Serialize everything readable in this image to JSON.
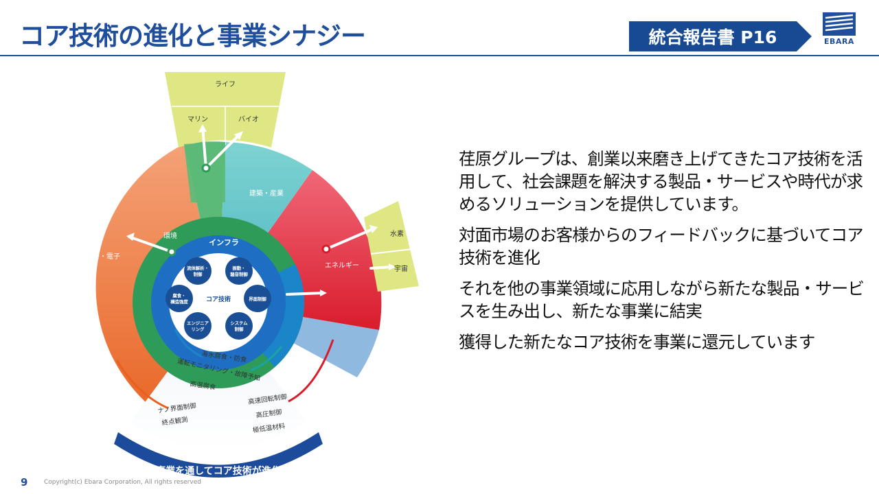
{
  "header": {
    "title": "コア技術の進化と事業シナジー",
    "ref": "統合報告書 P16",
    "logo_text": "EBARA"
  },
  "diagram": {
    "life": "ライフ",
    "marine": "マリン",
    "bio": "バイオ",
    "construction": "建築・産業",
    "hydrogen": "水素",
    "space": "宇宙",
    "energy": "エネルギー",
    "precision": "精密・電子",
    "environment": "環境",
    "infra": "インフラ",
    "core": "コア技術",
    "tech": {
      "t1a": "流体解析・",
      "t1b": "制御",
      "t2a": "振動・",
      "t2b": "騒音制御",
      "t3": "界面制御",
      "t4a": "システム",
      "t4b": "制御",
      "t5a": "エンジニア",
      "t5b": "リング",
      "t6a": "腐食・",
      "t6b": "構造強度"
    },
    "fb": {
      "f1": "海水腐食・防食",
      "f2": "運転モニタリング・故障予知",
      "f3": "高温腐食",
      "f4": "ナノ界面制御",
      "f5": "終点観測",
      "f6": "高速回転制御",
      "f7": "高圧制御",
      "f8": "極低温材料"
    },
    "banner": "事業を通してコア技術が進化"
  },
  "bullets": [
    "荏原グループは、創業以来磨き上げてきたコア技術を活用して、社会課題を解決する製品・サービスや時代が求めるソリューションを提供しています。",
    "対面市場のお客様からのフィードバックに基づいてコア技術を進化",
    "それを他の事業領域に応用しながら新たな製品・サービスを生み出し、新たな事業に結実",
    "獲得した新たなコア技術を事業に還元しています"
  ],
  "footer": {
    "page": "9",
    "copyright": "Copyright(c) Ebara Corporation, All rights reserved"
  },
  "colors": {
    "brand": "#1f4e9c",
    "life": "#dfe784",
    "environment": "#3fae6a",
    "construction": "#59c3c8",
    "energy": "#e42a3a",
    "precision": "#ee6a2a",
    "infra": "#1e6fc4"
  }
}
